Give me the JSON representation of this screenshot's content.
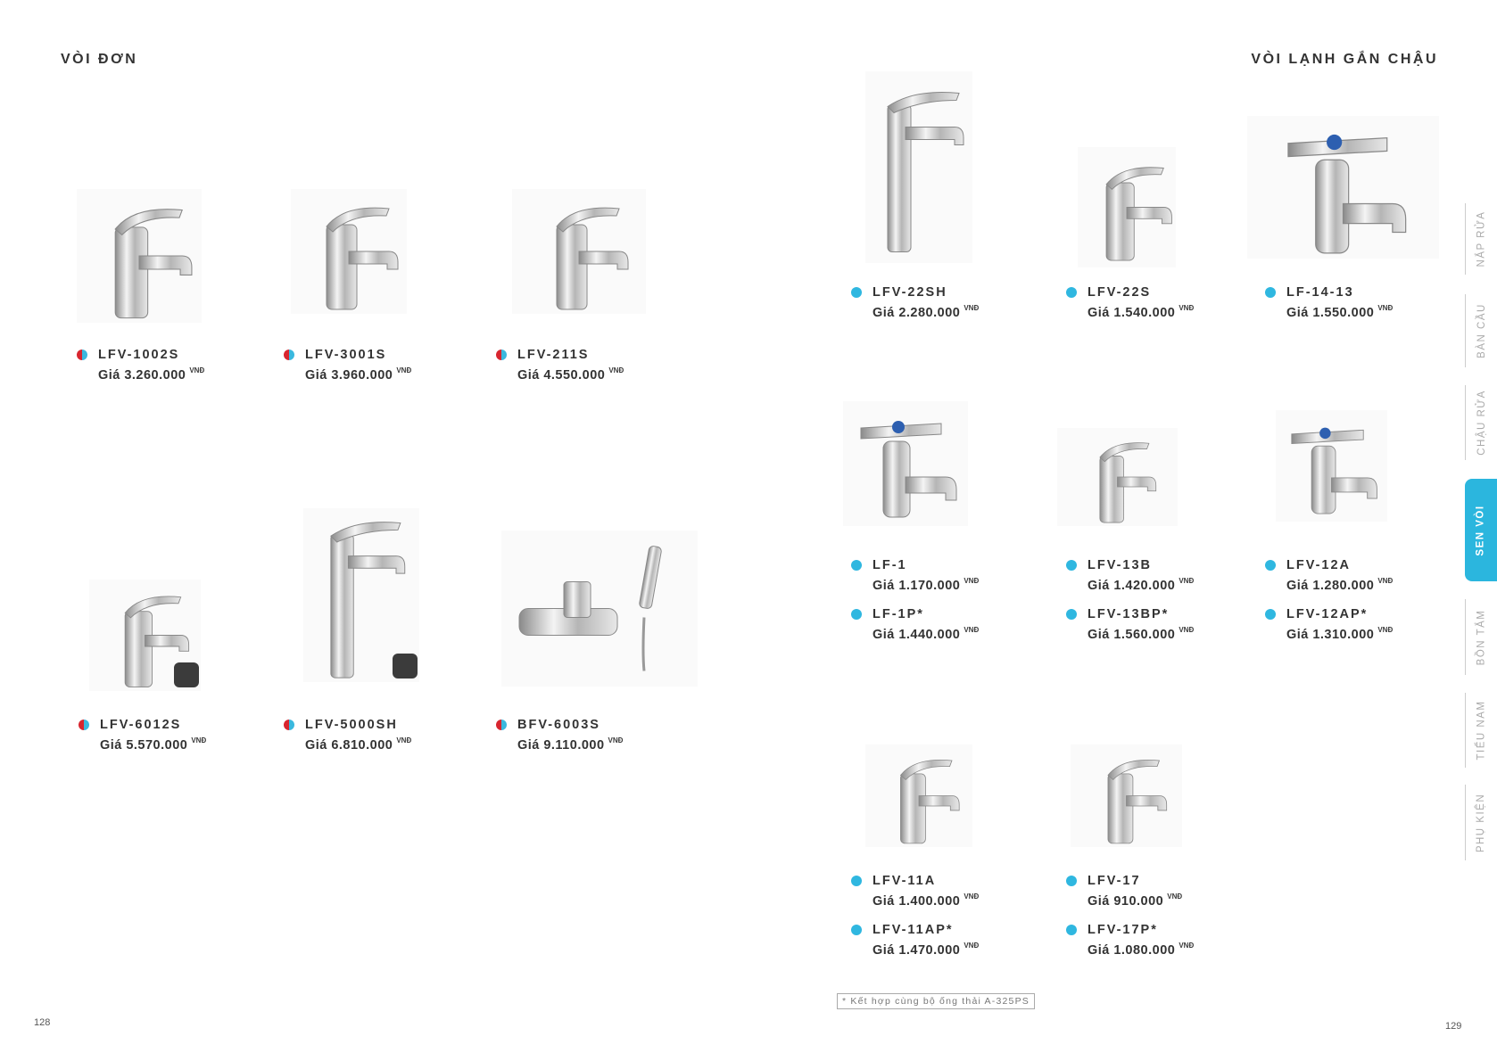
{
  "left_title": "VÒI ĐƠN",
  "right_title": "VÒI LẠNH GẮN CHẬU",
  "price_prefix": "Giá",
  "currency": "VNĐ",
  "left_products": [
    {
      "name": "LFV-1002S",
      "price": "3.260.000",
      "dot": "hot-cold"
    },
    {
      "name": "LFV-3001S",
      "price": "3.960.000",
      "dot": "hot-cold"
    },
    {
      "name": "LFV-211S",
      "price": "4.550.000",
      "dot": "hot-cold"
    },
    {
      "name": "LFV-6012S",
      "price": "5.570.000",
      "dot": "hot-cold",
      "badge": "sensor-icon"
    },
    {
      "name": "LFV-5000SH",
      "price": "6.810.000",
      "dot": "hot-cold",
      "badge": "lever-icon"
    },
    {
      "name": "BFV-6003S",
      "price": "9.110.000",
      "dot": "hot-cold"
    }
  ],
  "right_products": [
    {
      "variants": [
        {
          "name": "LFV-22SH",
          "price": "2.280.000"
        }
      ]
    },
    {
      "variants": [
        {
          "name": "LFV-22S",
          "price": "1.540.000"
        }
      ]
    },
    {
      "variants": [
        {
          "name": "LF-14-13",
          "price": "1.550.000"
        }
      ]
    },
    {
      "variants": [
        {
          "name": "LF-1",
          "price": "1.170.000"
        },
        {
          "name": "LF-1P*",
          "price": "1.440.000"
        }
      ]
    },
    {
      "variants": [
        {
          "name": "LFV-13B",
          "price": "1.420.000"
        },
        {
          "name": "LFV-13BP*",
          "price": "1.560.000"
        }
      ]
    },
    {
      "variants": [
        {
          "name": "LFV-12A",
          "price": "1.280.000"
        },
        {
          "name": "LFV-12AP*",
          "price": "1.310.000"
        }
      ]
    },
    {
      "variants": [
        {
          "name": "LFV-11A",
          "price": "1.400.000"
        },
        {
          "name": "LFV-11AP*",
          "price": "1.470.000"
        }
      ]
    },
    {
      "variants": [
        {
          "name": "LFV-17",
          "price": "910.000"
        },
        {
          "name": "LFV-17P*",
          "price": "1.080.000"
        }
      ]
    }
  ],
  "footnote": "* Kết hợp cùng bộ ống thải A-325PS",
  "page_left": "128",
  "page_right": "129",
  "sidebar": [
    "NẮP RỬA",
    "BÀN CẦU",
    "CHẬU RỬA",
    "SEN VÒI",
    "BỒN TẮM",
    "TIỂU NAM",
    "PHỤ KIỆN"
  ],
  "sidebar_active": "SEN VÒI",
  "colors": {
    "accent": "#2bb6de",
    "hot": "#d8262f",
    "cold": "#3ab8de"
  }
}
